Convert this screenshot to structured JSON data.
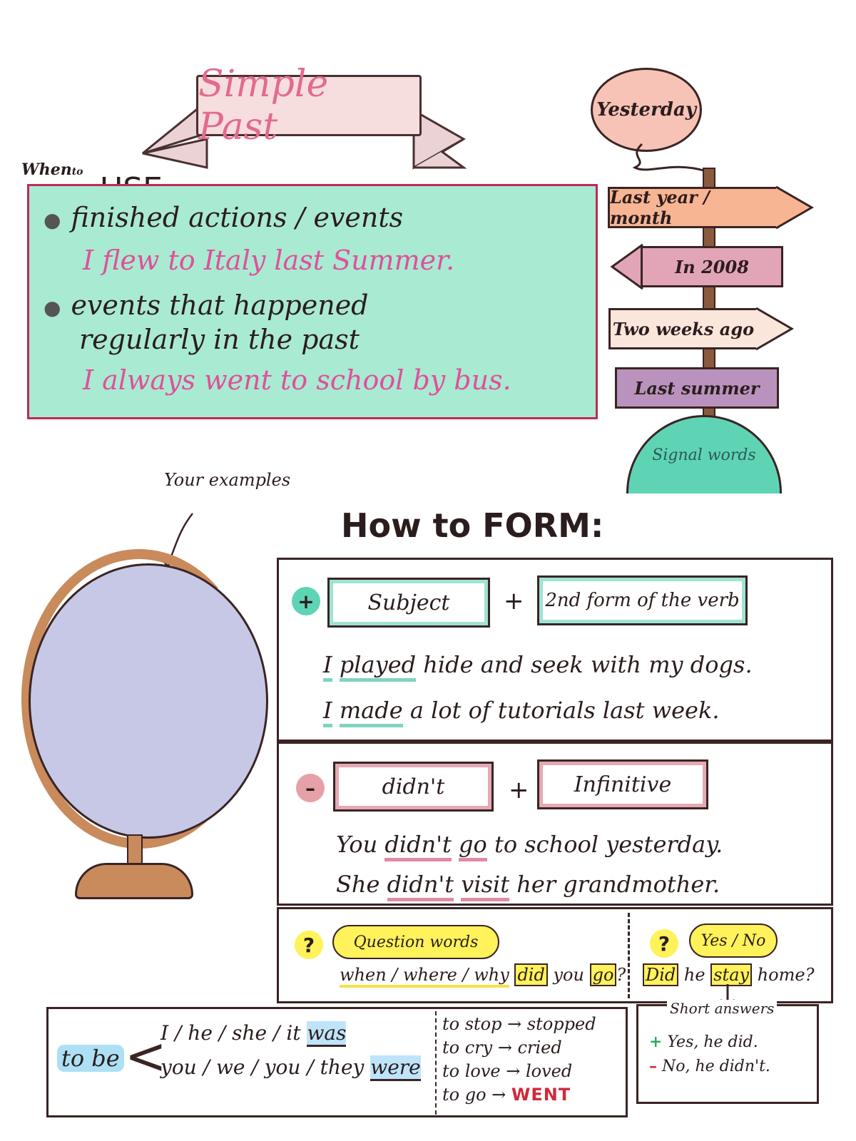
{
  "title": "Simple Past",
  "when_to_use": {
    "label_when": "When",
    "label_to": "to",
    "label_use": "USE",
    "bullet_1": "finished actions / events",
    "example_1": "I flew to Italy last Summer.",
    "bullet_2_line_1": "events that happened",
    "bullet_2_line_2": "regularly in the past",
    "example_2": "I always went to school by bus."
  },
  "signal_words": {
    "balloon": "Yesterday",
    "signs": [
      "Last year / month",
      "In 2008",
      "Two weeks ago",
      "Last summer"
    ],
    "hill_label": "Signal words"
  },
  "globe_note": "Your examples",
  "how_to_form": {
    "title": "How to FORM:",
    "positive": {
      "badge": "+",
      "subject": "Subject",
      "plus": "+",
      "verb_form": "2nd form of the verb",
      "example_1": {
        "a": "I",
        "b": "played",
        "rest": "hide and seek with my dogs."
      },
      "example_2": {
        "a": "I",
        "b": "made",
        "rest": "a lot of tutorials last week."
      }
    },
    "negative": {
      "badge": "–",
      "didnt": "didn't",
      "plus": "+",
      "infinitive": "Infinitive",
      "example_1": {
        "a": "You",
        "b": "didn't",
        "c": "go",
        "rest": "to school yesterday."
      },
      "example_2": {
        "a": "She",
        "b": "didn't",
        "c": "visit",
        "rest": "her grandmother."
      }
    },
    "question": {
      "badge": "?",
      "wh_cloud": "Question words",
      "wh_words": "when / where / why",
      "did": "did",
      "you": "you",
      "go": "go",
      "q_mark": "?",
      "yn_badge": "?",
      "yn_cloud": "Yes / No",
      "yn_did": "Did",
      "yn_he": "he",
      "yn_stay": "stay",
      "yn_rest": "home?"
    }
  },
  "to_be": {
    "label": "to be",
    "line_1_subject": "I / he / she / it",
    "line_1_verb": "was",
    "line_2_subject": "you / we / you / they",
    "line_2_verb": "were"
  },
  "verbs": [
    "to stop → stopped",
    "to cry → cried",
    "to love → loved"
  ],
  "verb_irregular": {
    "base": "to go →",
    "past": "WENT"
  },
  "short_answers": {
    "title": "Short answers",
    "yes_mark": "+",
    "yes": "Yes, he did.",
    "no_mark": "–",
    "no": "No, he didn't."
  },
  "colors": {
    "use_box_fill": "#a9ead2",
    "use_box_border": "#c02a57",
    "example_pink": "#e0509a",
    "positive_badge": "#5ed4b5",
    "negative_badge": "#e6a0a8",
    "question_badge": "#fff25a"
  }
}
